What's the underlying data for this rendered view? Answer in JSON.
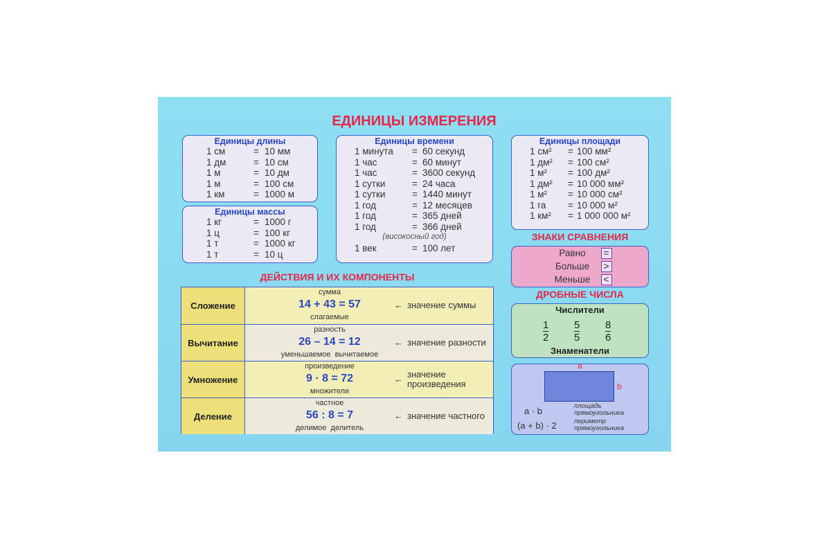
{
  "title": "ЕДИНИЦЫ ИЗМЕРЕНИЯ",
  "length": {
    "title": "Единицы длины",
    "rows": [
      [
        "1 см",
        "=",
        "10 мм"
      ],
      [
        "1 дм",
        "=",
        "10 см"
      ],
      [
        "1 м",
        "=",
        "10 дм"
      ],
      [
        "1 м",
        "=",
        "100 см"
      ],
      [
        "1 км",
        "=",
        "1000 м"
      ]
    ]
  },
  "mass": {
    "title": "Единицы массы",
    "rows": [
      [
        "1 кг",
        "=",
        "1000 г"
      ],
      [
        "1 ц",
        "=",
        "100 кг"
      ],
      [
        "1 т",
        "=",
        "1000 кг"
      ],
      [
        "1 т",
        "=",
        "10 ц"
      ]
    ]
  },
  "time": {
    "title": "Единицы времени",
    "rows": [
      [
        "1 минута",
        "=",
        "60 секунд"
      ],
      [
        "1 час",
        "=",
        "60 минут"
      ],
      [
        "1 час",
        "=",
        "3600 секунд"
      ],
      [
        "1 сутки",
        "=",
        "24 часа"
      ],
      [
        "1 сутки",
        "=",
        "1440 минут"
      ],
      [
        "1 год",
        "=",
        "12 месяцев"
      ],
      [
        "1 год",
        "=",
        "365 дней"
      ],
      [
        "1 год",
        "=",
        "366 дней"
      ]
    ],
    "note": "(високосный год)",
    "last": [
      "1 век",
      "=",
      "100 лет"
    ]
  },
  "area": {
    "title": "Единицы площади",
    "rows": [
      [
        "1 см²",
        "=",
        "100 мм²"
      ],
      [
        "1 дм²",
        "=",
        "100 см²"
      ],
      [
        "1 м²",
        "=",
        "100 дм²"
      ],
      [
        "1 дм²",
        "=",
        "10 000 мм²"
      ],
      [
        "1 м²",
        "=",
        "10 000 см²"
      ],
      [
        "1 га",
        "=",
        "10 000 м²"
      ],
      [
        "1 км²",
        "=",
        "1 000 000 м²"
      ]
    ]
  },
  "comparison": {
    "title": "ЗНАКИ СРАВНЕНИЯ",
    "items": [
      {
        "label": "Равно",
        "sign": "="
      },
      {
        "label": "Больше",
        "sign": ">"
      },
      {
        "label": "Меньше",
        "sign": "<"
      }
    ]
  },
  "fractions": {
    "title": "ДРОБНЫЕ ЧИСЛА",
    "numerators": "Числители",
    "denominators": "Знаменатели",
    "items": [
      [
        "1",
        "2"
      ],
      [
        "5",
        "5"
      ],
      [
        "8",
        "6"
      ]
    ]
  },
  "rectangle": {
    "a": "a",
    "b": "b",
    "area_formula": "a · b",
    "area_label": "площадь прямоугольника",
    "perimeter_formula": "(a + b) · 2",
    "perimeter_label": "периметр прямоугольника"
  },
  "actions": {
    "title": "ДЕЙСТВИЯ И ИХ КОМПОНЕНТЫ",
    "rows": [
      {
        "name": "Сложение",
        "top": "сумма",
        "eq": "14 + 43 = 57",
        "bottom": "слагаемые",
        "result": "значение суммы"
      },
      {
        "name": "Вычитание",
        "top": "разность",
        "eq": "26 – 14 = 12",
        "bottom": "уменьшаемое  вычитаемое",
        "result": "значение разности"
      },
      {
        "name": "Умножение",
        "top": "произведение",
        "eq": "9 · 8 = 72",
        "bottom": "множители",
        "result": "значение произведения"
      },
      {
        "name": "Деление",
        "top": "частное",
        "eq": "56 : 8 = 7",
        "bottom": "делимое  делитель",
        "result": "значение частного"
      }
    ]
  }
}
